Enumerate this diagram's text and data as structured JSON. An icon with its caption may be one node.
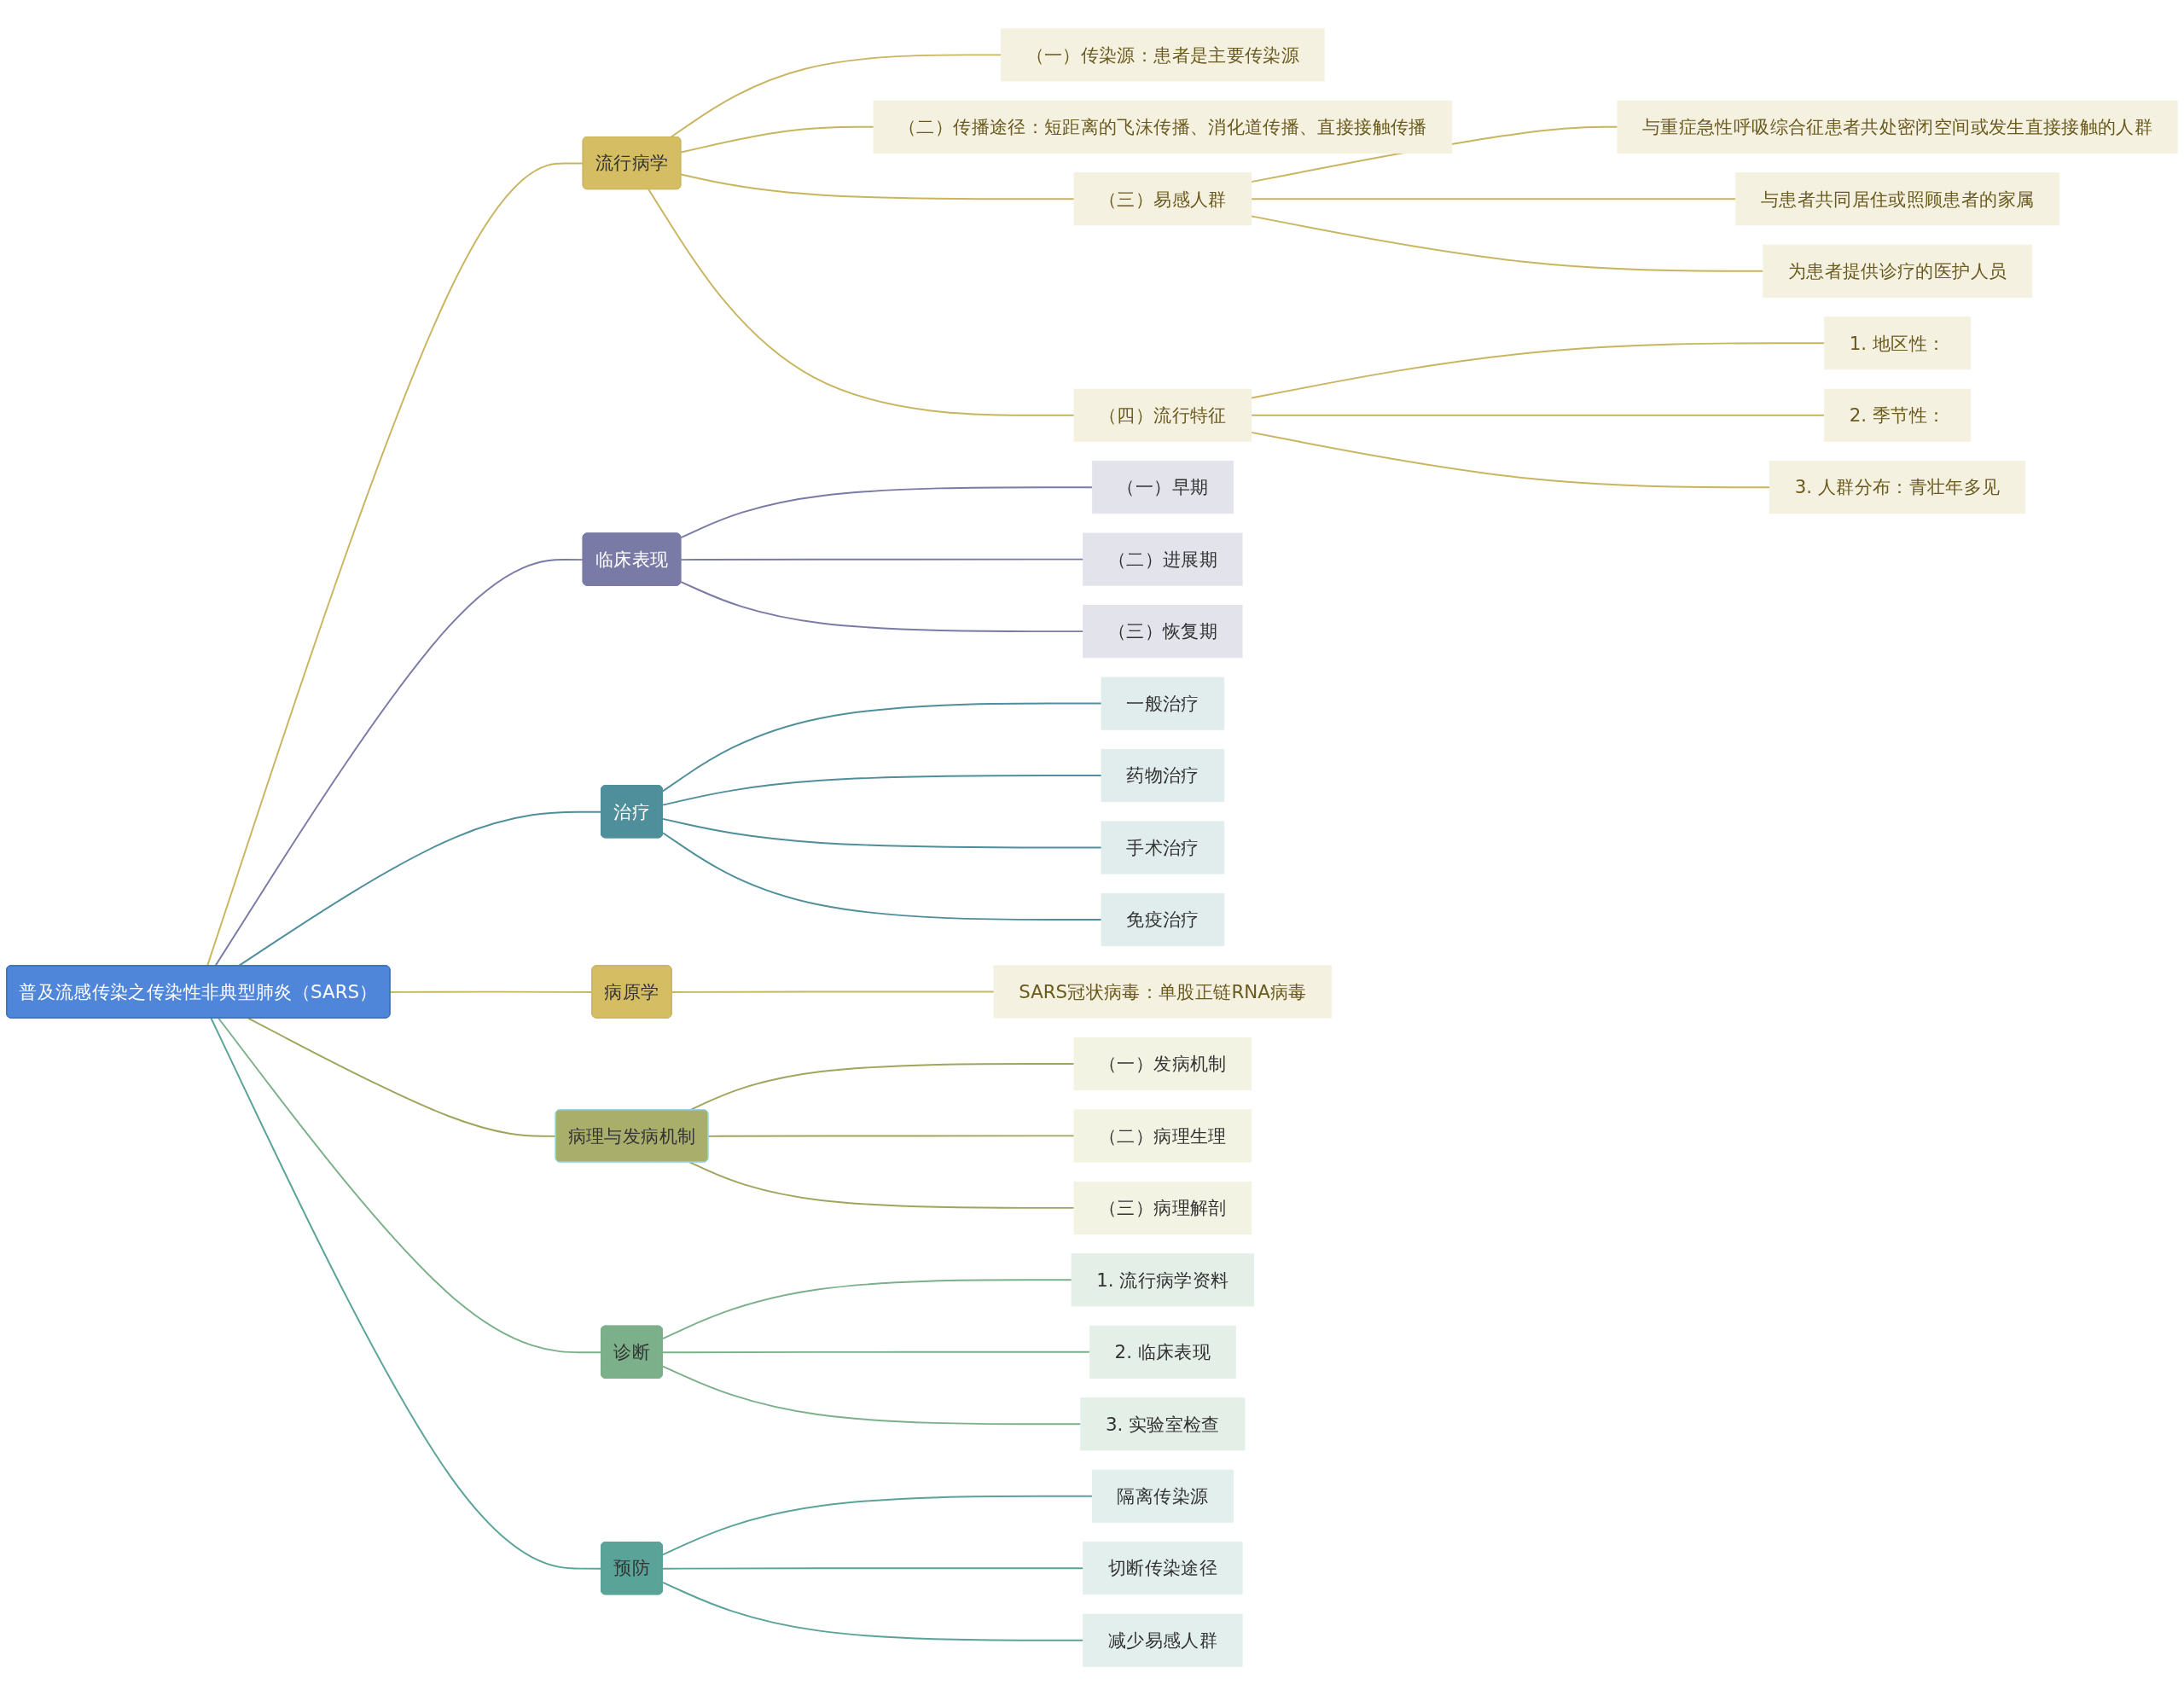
{
  "diagram": {
    "nodes": [
      {
        "text": [
          "普及流感传染之传染性非典型肺炎（SARS）"
        ]
      },
      {
        "text": [
          "流行病学"
        ]
      },
      {
        "text": [
          "（一）传染源：患者是主要传染源"
        ]
      },
      {
        "text": [
          "（二）传播途径：短距离的飞沫传播、消化道传播、直接接触传播"
        ]
      },
      {
        "text": [
          "（三）易感人群"
        ]
      },
      {
        "text": [
          "与重症急性呼吸综合征患者共处密闭空间或发生直接接触的人群"
        ]
      },
      {
        "text": [
          "与患者共同居住或照顾患者的家属"
        ]
      },
      {
        "text": [
          "为患者提供诊疗的医护人员"
        ]
      },
      {
        "text": [
          "（四）流行特征"
        ]
      },
      {
        "text": [
          "1. 地区性："
        ]
      },
      {
        "text": [
          "2. 季节性："
        ]
      },
      {
        "text": [
          "3. 人群分布：青壮年多见"
        ]
      },
      {
        "text": [
          "临床表现"
        ]
      },
      {
        "text": [
          "（一）早期"
        ]
      },
      {
        "text": [
          "（二）进展期"
        ]
      },
      {
        "text": [
          "（三）恢复期"
        ]
      },
      {
        "text": [
          "治疗"
        ]
      },
      {
        "text": [
          "一般治疗"
        ]
      },
      {
        "text": [
          "药物治疗"
        ]
      },
      {
        "text": [
          "手术治疗"
        ]
      },
      {
        "text": [
          "免疫治疗"
        ]
      },
      {
        "text": [
          "病原学"
        ]
      },
      {
        "text": [
          "SARS冠状病毒：单股正链RNA病毒"
        ]
      },
      {
        "text": [
          "病理与发病机制"
        ]
      },
      {
        "text": [
          "（一）发病机制"
        ]
      },
      {
        "text": [
          "（二）病理生理"
        ]
      },
      {
        "text": [
          "（三）病理解剖"
        ]
      },
      {
        "text": [
          "诊断"
        ]
      },
      {
        "text": [
          "1. 流行病学资料"
        ]
      },
      {
        "text": [
          "2. 临床表现"
        ]
      },
      {
        "text": [
          "3. 实验室检查"
        ]
      },
      {
        "text": [
          "预防"
        ]
      },
      {
        "text": [
          "隔离传染源"
        ]
      },
      {
        "text": [
          "切断传染途径"
        ]
      },
      {
        "text": [
          "减少易感人群"
        ]
      }
    ],
    "edges": [
      {
        "from": 0,
        "to": 1,
        "arrow": "none"
      },
      {
        "from": 1,
        "to": 2,
        "arrow": "none"
      },
      {
        "from": 1,
        "to": 3,
        "arrow": "none"
      },
      {
        "from": 1,
        "to": 4,
        "arrow": "none"
      },
      {
        "from": 4,
        "to": 5,
        "arrow": "none"
      },
      {
        "from": 4,
        "to": 6,
        "arrow": "none"
      },
      {
        "from": 4,
        "to": 7,
        "arrow": "none"
      },
      {
        "from": 1,
        "to": 8,
        "arrow": "none"
      },
      {
        "from": 8,
        "to": 9,
        "arrow": "none"
      },
      {
        "from": 8,
        "to": 10,
        "arrow": "none"
      },
      {
        "from": 8,
        "to": 11,
        "arrow": "none"
      },
      {
        "from": 0,
        "to": 12,
        "arrow": "none",
        "color": "#7a7aa6"
      },
      {
        "from": 12,
        "to": 13,
        "arrow": "none",
        "color": "#7a7aa6"
      },
      {
        "from": 12,
        "to": 14,
        "arrow": "none",
        "color": "#7a7aa6"
      },
      {
        "from": 12,
        "to": 15,
        "arrow": "none",
        "color": "#7a7aa6"
      },
      {
        "from": 0,
        "to": 16,
        "arrow": "none",
        "color": "#4f8f9b"
      },
      {
        "from": 16,
        "to": 17,
        "arrow": "none",
        "color": "#4f8f9b"
      },
      {
        "from": 16,
        "to": 18,
        "arrow": "none",
        "color": "#4f8f9b"
      },
      {
        "from": 16,
        "to": 19,
        "arrow": "none",
        "color": "#4f8f9b"
      },
      {
        "from": 16,
        "to": 20,
        "arrow": "none",
        "color": "#4f8f9b"
      },
      {
        "from": 0,
        "to": 21,
        "arrow": "none"
      },
      {
        "from": 21,
        "to": 22,
        "arrow": "none"
      },
      {
        "from": 0,
        "to": 23,
        "arrow": "none",
        "color": "#9fa55c"
      },
      {
        "from": 23,
        "to": 24,
        "arrow": "none",
        "color": "#9fa55c"
      },
      {
        "from": 23,
        "to": 25,
        "arrow": "none",
        "color": "#9fa55c"
      },
      {
        "from": 23,
        "to": 26,
        "arrow": "none",
        "color": "#9fa55c"
      },
      {
        "from": 0,
        "to": 27,
        "arrow": "none",
        "color": "#7bb08a"
      },
      {
        "from": 27,
        "to": 28,
        "arrow": "none",
        "color": "#7bb08a"
      },
      {
        "from": 27,
        "to": 29,
        "arrow": "none",
        "color": "#7bb08a"
      },
      {
        "from": 27,
        "to": 30,
        "arrow": "none",
        "color": "#7bb08a"
      },
      {
        "from": 0,
        "to": 31,
        "arrow": "none",
        "color": "#5aa398"
      },
      {
        "from": 31,
        "to": 32,
        "arrow": "none",
        "color": "#5aa398"
      },
      {
        "from": 31,
        "to": 33,
        "arrow": "none",
        "color": "#5aa398"
      },
      {
        "from": 31,
        "to": 34,
        "arrow": "none",
        "color": "#5aa398"
      }
    ]
  }
}
